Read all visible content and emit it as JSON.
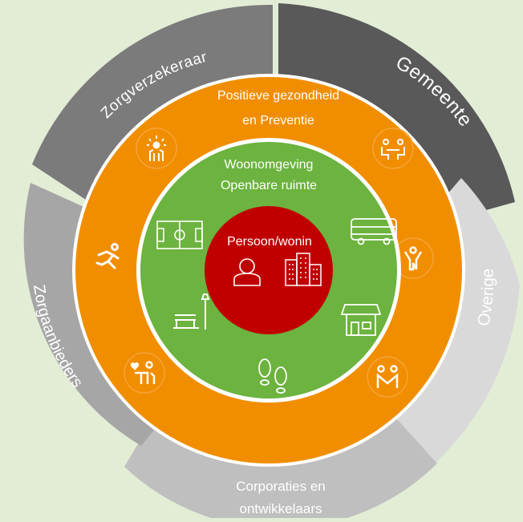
{
  "background_color": "#e3edd6",
  "colors": {
    "zorgverzekeraar": "#7b7b7b",
    "gemeente": "#595959",
    "overige": "#d9d9d9",
    "corporaties": "#bfbfbf",
    "zorgaanbieders": "#a6a6a6",
    "orange_ring": "#f18e00",
    "green_ring": "#6cb33f",
    "center": "#c00000",
    "white": "#ffffff"
  },
  "outer_segments": {
    "zorgverzekeraar": "Zorgverzekeraar",
    "gemeente": "Gemeente",
    "overige": "Overige",
    "corporaties_line1": "Corporaties en",
    "corporaties_line2": "ontwikkelaars",
    "zorgaanbieders": "Zorgaanbieders"
  },
  "orange_ring": {
    "title_line1": "Positieve gezondheid",
    "title_line2": "en Preventie",
    "icons": [
      "sun-person-icon",
      "meeting-table-icon",
      "raised-arms-person-icon",
      "two-people-icon",
      "heart-person-icon",
      "running-person-icon"
    ]
  },
  "green_ring": {
    "title_line1": "Woonomgeving",
    "title_line2": "Openbare ruimte",
    "icons": [
      "soccer-field-icon",
      "bus-icon",
      "shop-icon",
      "footprints-icon",
      "park-bench-icon"
    ]
  },
  "center": {
    "label": "Persoon/wonin",
    "icons": [
      "person-icon",
      "apartment-buildings-icon"
    ]
  }
}
